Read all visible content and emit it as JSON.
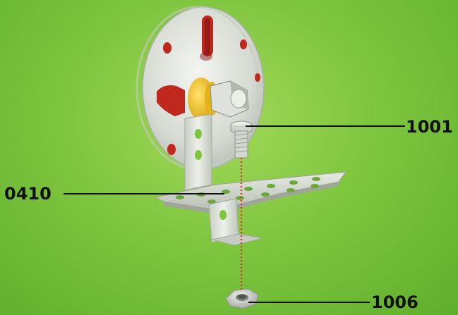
{
  "callouts": {
    "bolt": "1001",
    "bracket": "0410",
    "nut": "1006"
  },
  "colors": {
    "background": "#7fc63f",
    "metal": "#d9ddd8",
    "spacer": "#f3c21b",
    "hole_accent": "#c0271d",
    "dotted_line": "#e1362d",
    "leader_line": "#111111"
  }
}
